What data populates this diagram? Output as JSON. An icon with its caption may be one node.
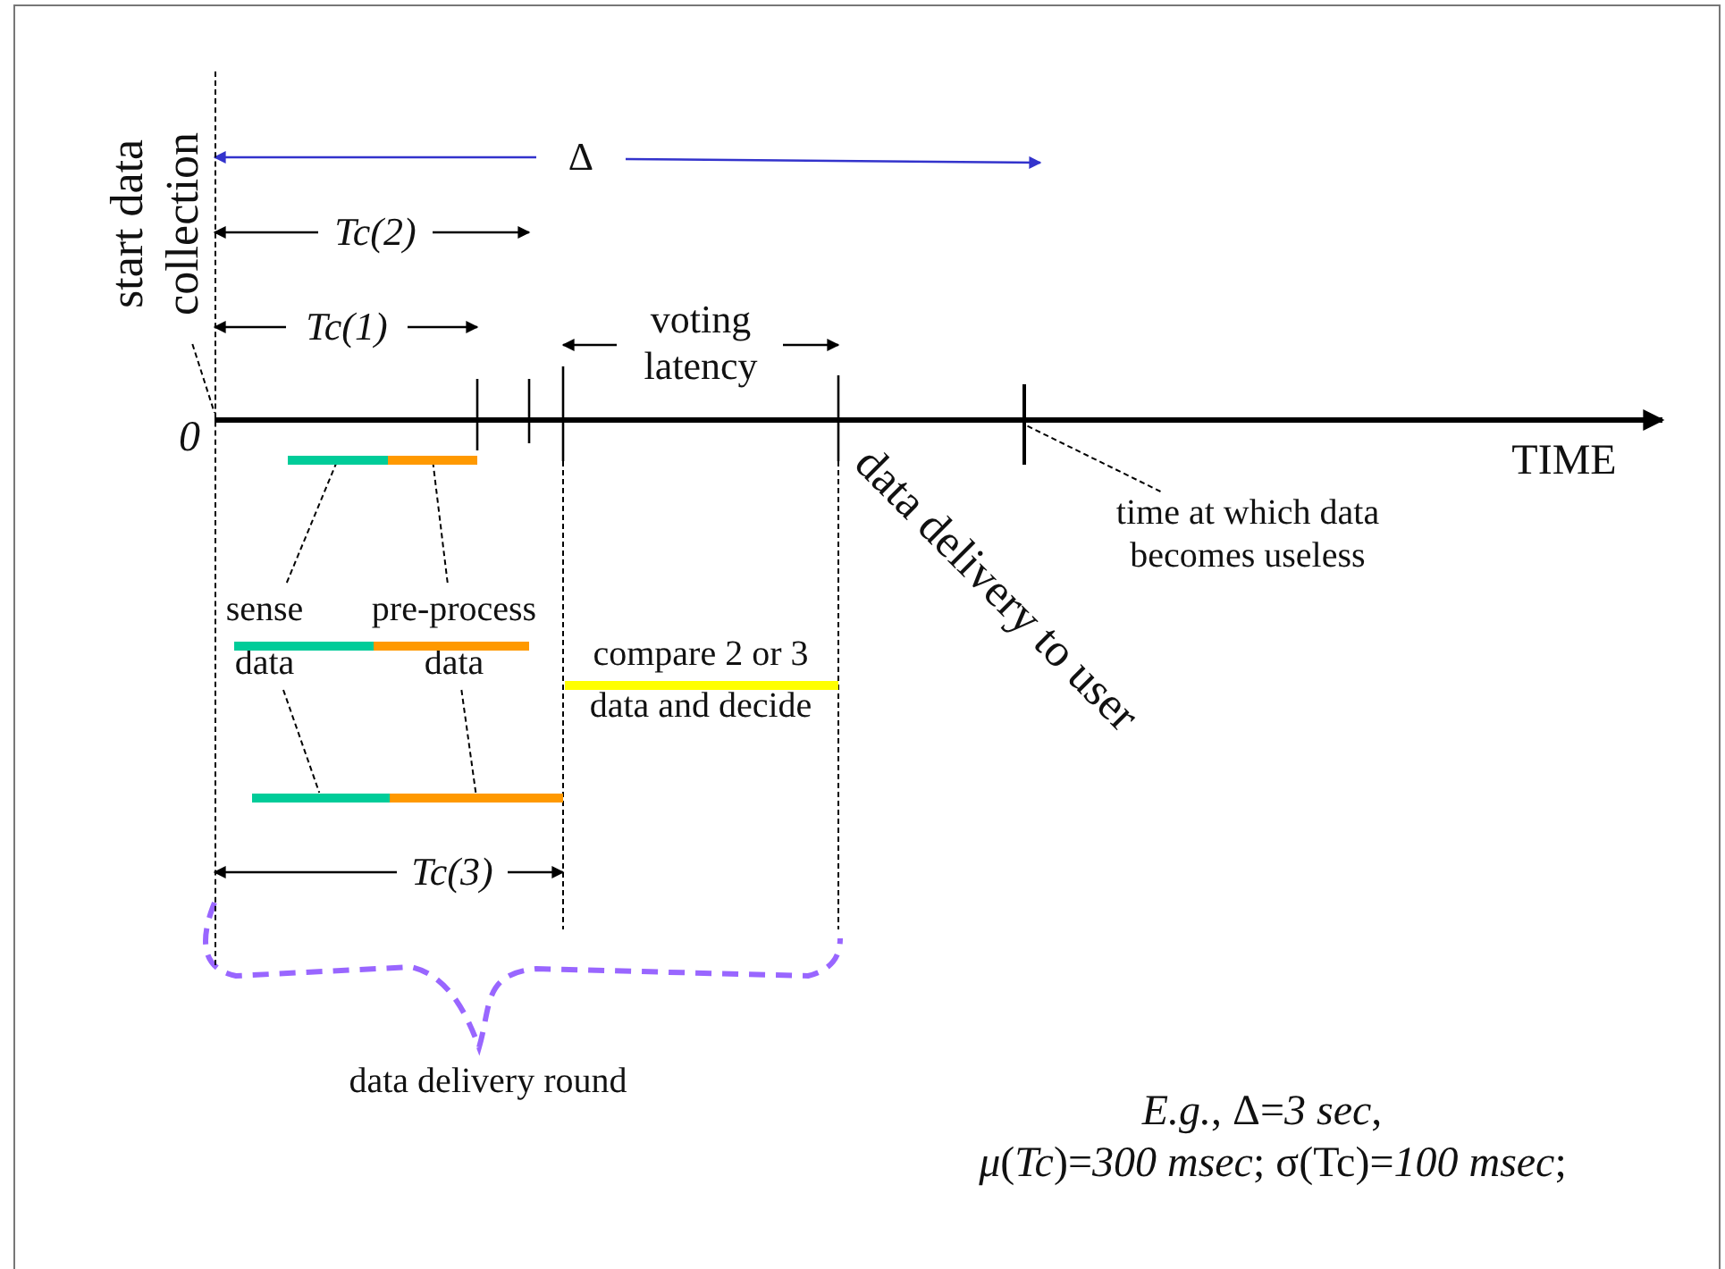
{
  "diagram": {
    "nodes": [
      {
        "text": [
          "start data collection"
        ]
      },
      {
        "text": [],
        "shape": "bar"
      },
      {
        "text": [],
        "shape": "bar"
      },
      {
        "text": [
          "time at which data becomes useless"
        ]
      },
      {
        "text": [
          "sense data"
        ]
      },
      {
        "text": [
          "pre-process data"
        ]
      },
      {
        "text": [],
        "shape": "bar"
      },
      {
        "text": [],
        "shape": "bar"
      },
      {
        "text": [],
        "shape": "bar"
      },
      {
        "text": [],
        "shape": "bar"
      },
      {
        "text": [],
        "shape": "bar"
      },
      {
        "text": [],
        "shape": "bar"
      },
      {
        "text": [],
        "shape": "line"
      }
    ],
    "edges": [
      {
        "from": 0,
        "to": 12,
        "arrow": "none",
        "style": "dashed"
      },
      {
        "from": 3,
        "to": 11,
        "arrow": "none",
        "style": "dashed"
      },
      {
        "from": 4,
        "to": 1,
        "arrow": "none",
        "style": "dashed"
      },
      {
        "from": 5,
        "to": 2,
        "arrow": "none",
        "style": "dashed"
      },
      {
        "from": 4,
        "to": 9,
        "arrow": "none",
        "style": "dashed"
      },
      {
        "from": 5,
        "to": 10,
        "arrow": "none",
        "style": "dashed"
      }
    ],
    "labels": [
      "Δ",
      "Tc(2)",
      "Tc(1)",
      "voting latency",
      "0",
      "TIME",
      "data delivery to user",
      "compare 2 or 3 data and decide",
      "Tc(3)",
      "data delivery round",
      "*E.g.*, Δ=*3 sec*,",
      "*μ*(*Tc*)=*300 msec*; σ(Tc)=*100 msec*;"
    ]
  }
}
